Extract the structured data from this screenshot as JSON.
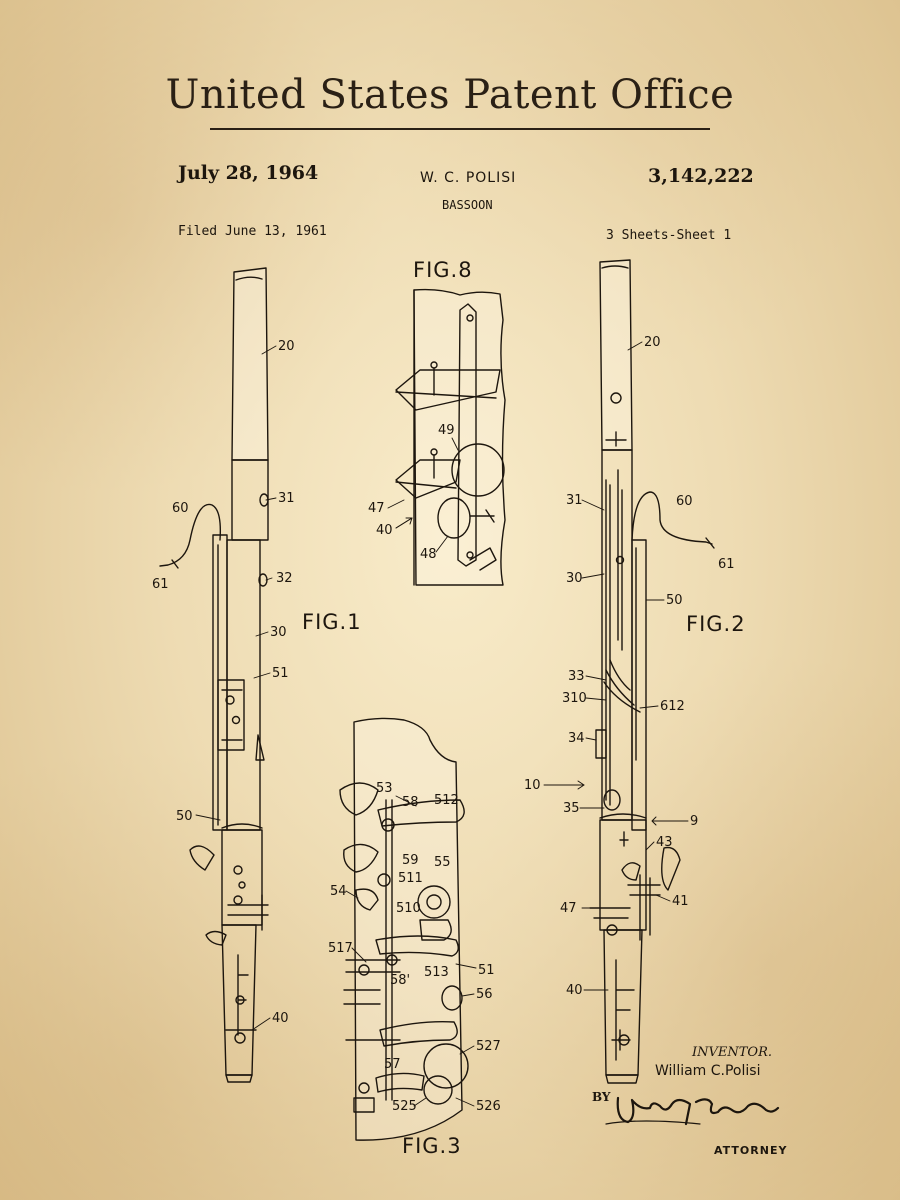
{
  "header": {
    "office": "United States Patent Office",
    "date": "July 28, 1964",
    "inventor_line": "W. C. POLISI",
    "patent_number": "3,142,222",
    "subject": "BASSOON",
    "filed": "Filed June 13, 1961",
    "sheets": "3 Sheets-Sheet 1"
  },
  "figures": {
    "fig1": "FIG.1",
    "fig2": "FIG.2",
    "fig3": "FIG.3",
    "fig8": "FIG.8"
  },
  "references": {
    "fig1": [
      "20",
      "31",
      "60",
      "32",
      "61",
      "30",
      "51",
      "50",
      "40"
    ],
    "fig2": [
      "20",
      "31",
      "60",
      "30",
      "61",
      "50",
      "33",
      "310",
      "612",
      "34",
      "10",
      "35",
      "9",
      "43",
      "47",
      "41",
      "40"
    ],
    "fig3": [
      "53",
      "58",
      "512",
      "59",
      "55",
      "511",
      "54",
      "510",
      "517",
      "58'",
      "513",
      "51",
      "56",
      "527",
      "57",
      "525",
      "526"
    ],
    "fig8": [
      "49",
      "47",
      "40",
      "48"
    ]
  },
  "signature": {
    "inventor_label": "INVENTOR.",
    "inventor_name": "William C.Polisi",
    "by": "BY",
    "attorney_label": "ATTORNEY"
  },
  "colors": {
    "paper": "#ead7ad",
    "ink": "#1d160e"
  }
}
